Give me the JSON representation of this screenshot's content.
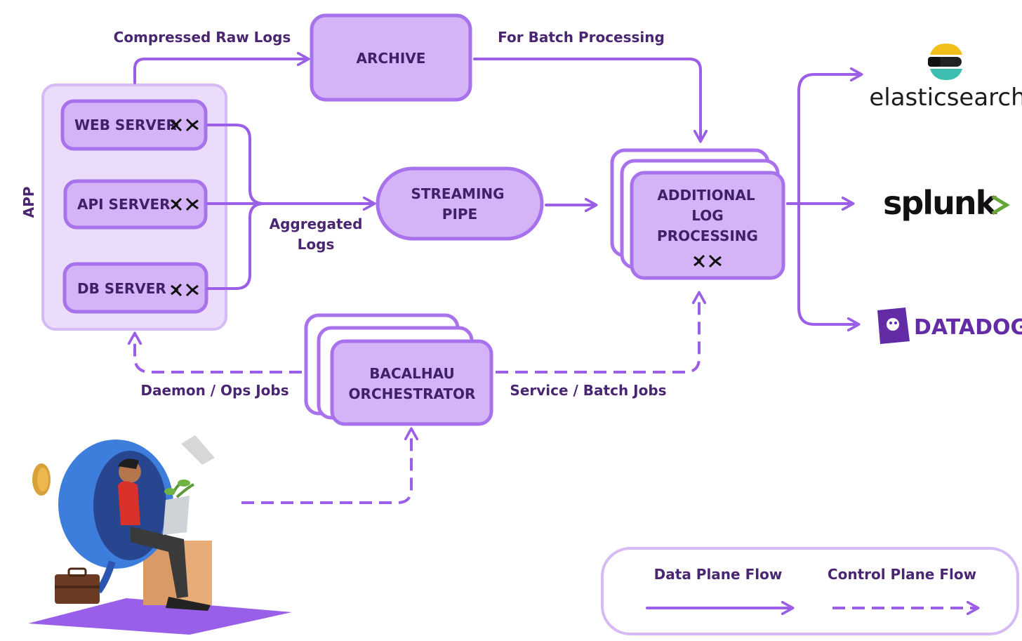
{
  "app_group_label": "APP",
  "nodes": {
    "web_server": "WEB SERVER",
    "api_server": "API SERVER",
    "db_server": "DB SERVER",
    "archive": "ARCHIVE",
    "streaming_pipe": [
      "STREAMING",
      "PIPE"
    ],
    "additional_processing": [
      "ADDITIONAL",
      "LOG",
      "PROCESSING"
    ],
    "orchestrator": [
      "BACALHAU",
      "ORCHESTRATOR"
    ]
  },
  "edge_labels": {
    "compressed_raw_logs": "Compressed Raw Logs",
    "for_batch_processing": "For Batch Processing",
    "aggregated_logs": [
      "Aggregated",
      "Logs"
    ],
    "daemon_ops_jobs": "Daemon / Ops Jobs",
    "service_batch_jobs": "Service / Batch Jobs"
  },
  "destinations": {
    "elasticsearch": "elasticsearch",
    "splunk": "splunk",
    "datadog": "DATADOG"
  },
  "legend": {
    "data_plane": "Data Plane Flow",
    "control_plane": "Control Plane Flow"
  },
  "colors": {
    "accent": "#9b5ee6",
    "box_fill": "#d4b4f7",
    "text": "#4a2672"
  }
}
